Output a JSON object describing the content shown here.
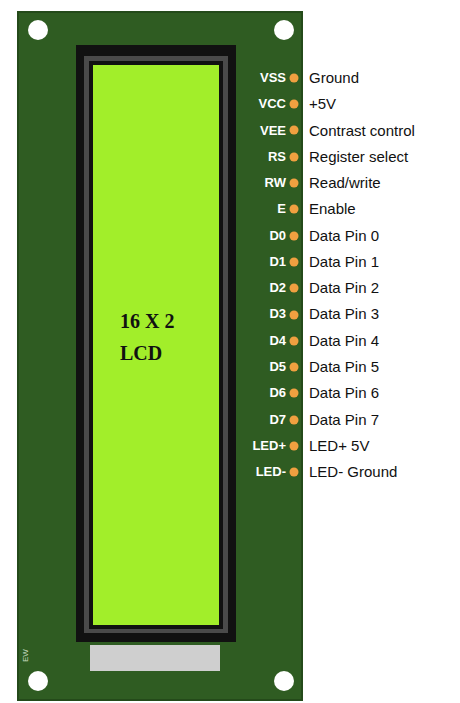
{
  "diagram": {
    "nodes": [
      {
        "text": [
          "16 X 2 LCD"
        ]
      }
    ],
    "labels": [
      "VSS",
      "Ground",
      "VCC",
      "+5V",
      "VEE",
      "Contrast control",
      "RS",
      "Register select",
      "RW",
      "Read/write",
      "E",
      "Enable",
      "D0",
      "Data Pin 0",
      "D1",
      "Data Pin 1",
      "D2",
      "Data Pin 2",
      "D3",
      "Data Pin 3",
      "D4",
      "Data Pin 4",
      "D5",
      "Data Pin 5",
      "D6",
      "Data Pin 6",
      "D7",
      "Data Pin 7",
      "LED+",
      "LED+ 5V",
      "LED-",
      "LED- Ground",
      "EW"
    ]
  }
}
